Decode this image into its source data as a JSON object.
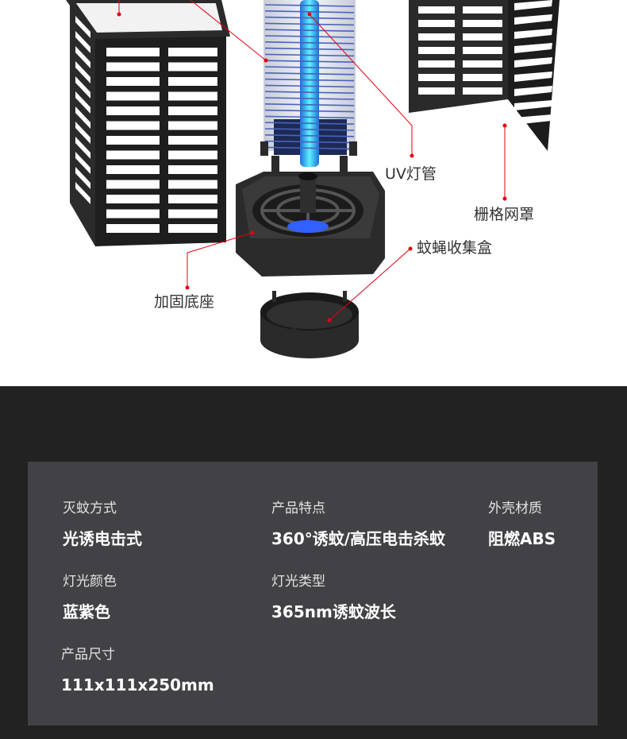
{
  "diagram": {
    "accent_color": "#e60012",
    "uv_color": "#32d4ff",
    "plastic_color": "#2a2a2a",
    "callouts": {
      "uv_tube": "UV灯管",
      "grille_cover": "栅格网罩",
      "mosquito_box": "蚊蝇收集盒",
      "base": "加固底座"
    }
  },
  "specs": {
    "items": [
      {
        "label": "灭蚊方式",
        "value": "光诱电击式"
      },
      {
        "label": "产品特点",
        "value": "360°诱蚊/高压电击杀蚊"
      },
      {
        "label": "外壳材质",
        "value": "阻燃ABS"
      },
      {
        "label": "灯光颜色",
        "value": "蓝紫色"
      },
      {
        "label": "灯光类型",
        "value": "365nm诱蚊波长"
      },
      {
        "label": "产品尺寸",
        "value": "111x111x250mm"
      }
    ]
  }
}
